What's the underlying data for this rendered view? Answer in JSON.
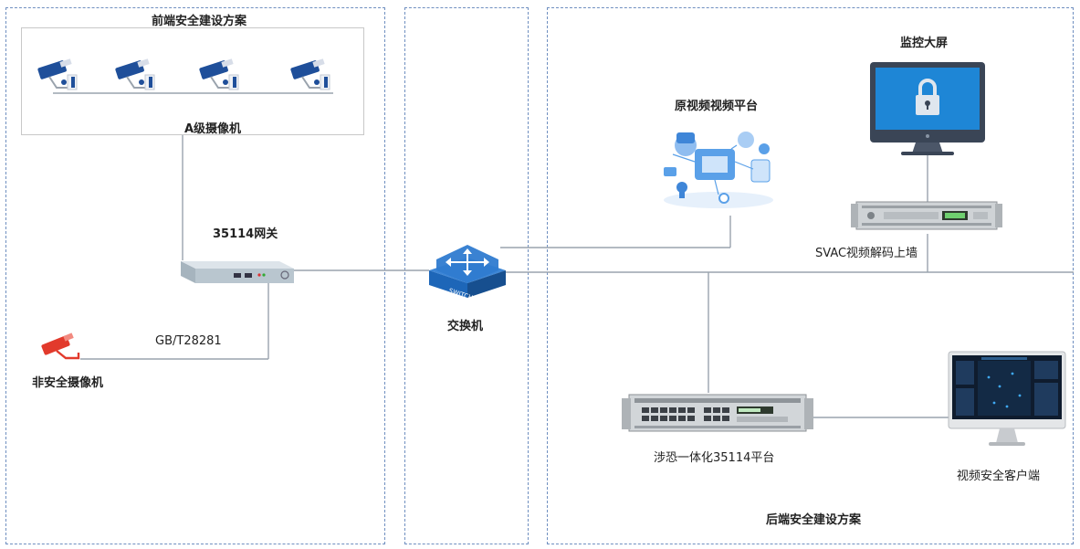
{
  "zones": {
    "front_title": "前端安全建设方案",
    "back_title": "后端安全建设方案"
  },
  "nodes": {
    "a_camera": "A级摄像机",
    "gateway": "35114网关",
    "protocol": "GB/T28281",
    "unsafe_camera": "非安全摄像机",
    "switch": "交换机",
    "switch_badge": "SWITCH",
    "platform_orig": "原视频视频平台",
    "monitor_wall": "监控大屏",
    "decoder": "SVAC视频解码上墙",
    "integrated": "涉恐一体化35114平台",
    "client": "视频安全客户端"
  },
  "colors": {
    "zone_border": "#6f8fc0",
    "wire": "#9aa3ad",
    "camera_blue": "#1f4f9a",
    "unsafe_red": "#e23a2c",
    "switch_blue": "#1d66b8"
  }
}
